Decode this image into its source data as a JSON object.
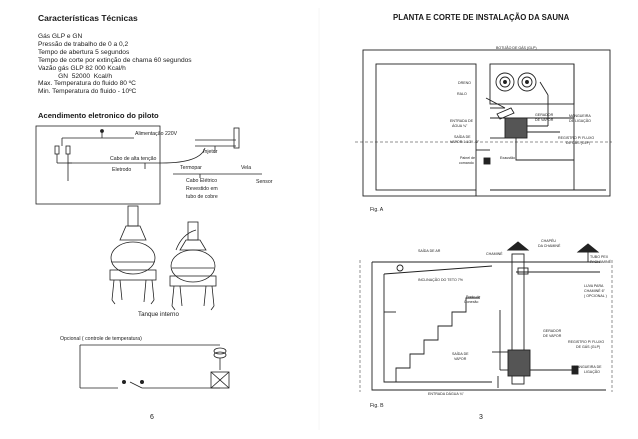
{
  "left": {
    "title": "Características Técnicas",
    "specs": [
      "Gás GLP  e GN",
      "Pressão de trabalho de 0 a 0,2",
      "Tempo de abertura 5 segundos",
      "Tempo de corte por extinção de chama 60 segundos",
      "Vazão gás GLP  82 000 Kcal/h",
      "           GN  52000  Kcal/h",
      "Max. Temperatura do fluido 80 ºC",
      "Min. Temperatura do fluido - 10ºC"
    ],
    "ignition_title": "Acendimento eletronico do piloto",
    "labels": {
      "power": "Alimentação 220V",
      "injector": "Injetor",
      "cable_hv": "Cabo de alta tenção",
      "electrode": "Eletrodo",
      "thermocouple": "Termopar",
      "candle": "Vela",
      "sensor": "Sensor",
      "cable_1": "Cabo Elétrico",
      "cable_2": "Revestido em",
      "cable_3": "tubo de cobre",
      "tank": "Tanque interno",
      "optional": "Opcional ( controle de temperatura)"
    },
    "page_number": "6"
  },
  "right": {
    "title": "PLANTA E CORTE DE INSTALAÇÃO DA SAUNA",
    "figA": {
      "caption": "Fig. A",
      "labels": {
        "gas_button": "BOTIJÃO DE GÁS (GLP)",
        "drain": "DRENO",
        "ralo": "RALO",
        "water_in_1": "ENTRADA DE",
        "water_in_2": "ÁGUA ¾\"",
        "steam_out_1": "SAÍDA DE",
        "steam_out_2": "VAPOR  1 1/2\" - 2\"",
        "generator_1": "GERADOR",
        "generator_2": "DE VAPOR",
        "hose_1": "MANGUEIRA",
        "hose_2": "DE LIGAÇÃO",
        "gas_reg_1": "REGISTRO P/ FLUXO",
        "gas_reg_2": "DE GÁS (GLP)",
        "panel_1": "Painel de",
        "panel_2": "comando",
        "exhaust": "Exaustão"
      }
    },
    "figB": {
      "caption": "Fig. B",
      "labels": {
        "air_out": "SAÍDA DE AR",
        "chimney": "CHAMINÉ",
        "hat_1": "CHAPÉU",
        "hat_2": "DA CHAMINÉ",
        "roof_slope": "INCLINAÇÃO DO TETO 7%",
        "tube_1": "TUBO PEX",
        "tube_2": "P/ CHAMINÉ",
        "sleeve_1": "LUVA PARA",
        "sleeve_2": "CHAMINÉ 6\"",
        "sleeve_3": "( OPCIONAL )",
        "connection_1": "Ponto de",
        "connection_2": "Conexão",
        "generator_1": "GERADOR",
        "generator_2": "DE VAPOR",
        "steam_out_1": "SAÍDA DE",
        "steam_out_2": "VAPOR",
        "gas_reg_1": "REGISTRO P/ FLUXO",
        "gas_reg_2": "DE GÁS (GLP)",
        "hose_1": "MANGUEIRA DE",
        "hose_2": "LIGAÇÃO",
        "water_in": "ENTRADA DÁGUA ¾\""
      }
    },
    "page_number": "3"
  }
}
